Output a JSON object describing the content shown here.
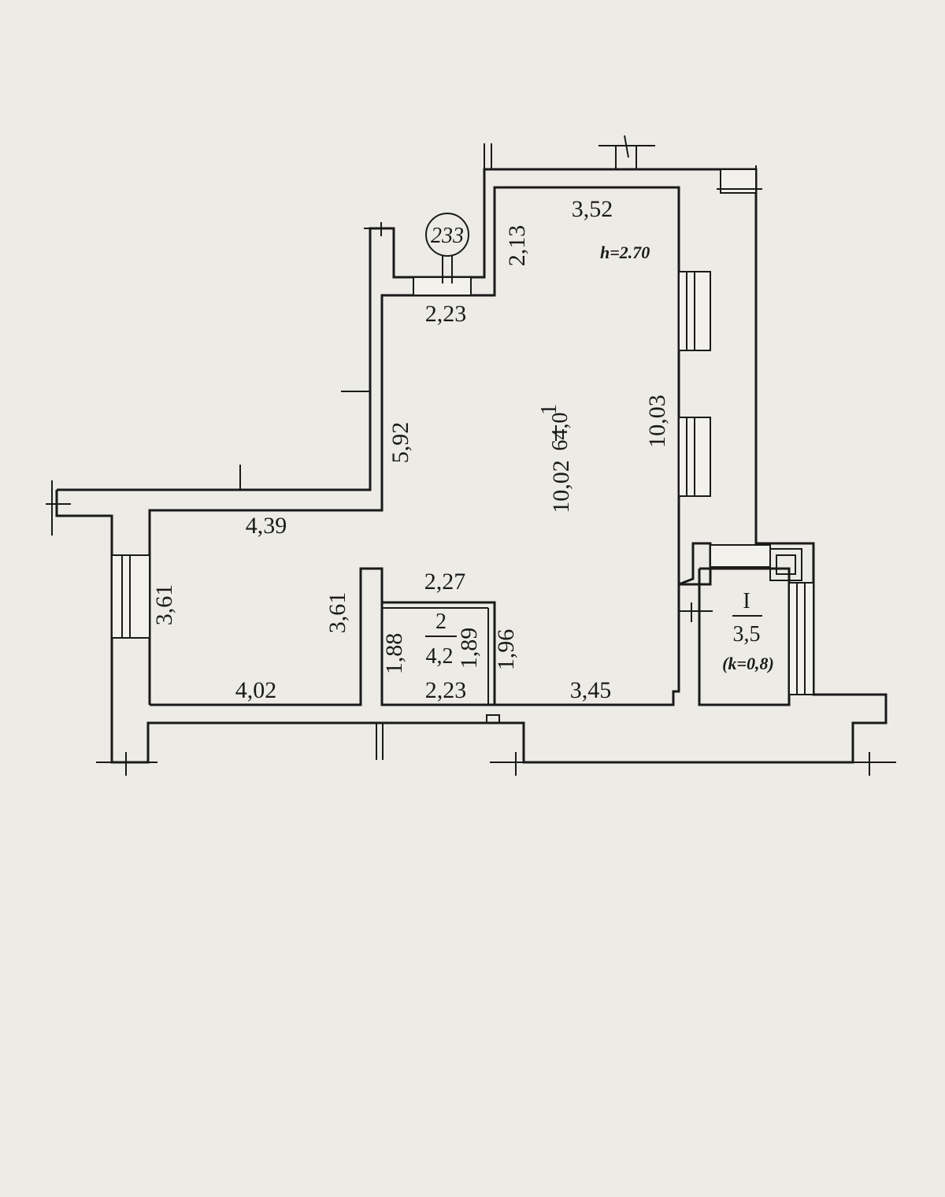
{
  "plan": {
    "building_number": "233",
    "ceiling_height": "h=2.70",
    "rooms": [
      {
        "number": "1",
        "area": "64,0"
      },
      {
        "number": "2",
        "area": "4,2"
      },
      {
        "number": "I",
        "area": "3,5",
        "coefficient": "(k=0,8)"
      }
    ],
    "dimensions": {
      "top_width": "3,52",
      "notch_height": "2,13",
      "notch_width": "2,23",
      "left_wing_height": "5,92",
      "main_length": "10,02",
      "right_wall": "10,03",
      "left_room_top": "4,39",
      "left_room_side": "3,61",
      "partition_side": "3,61",
      "left_room_bottom": "4,02",
      "closet_top": "2,27",
      "closet_left": "1,88",
      "closet_inner": "1,89",
      "closet_right": "1,96",
      "closet_bottom": "2,23",
      "bottom_right": "3,45"
    }
  }
}
